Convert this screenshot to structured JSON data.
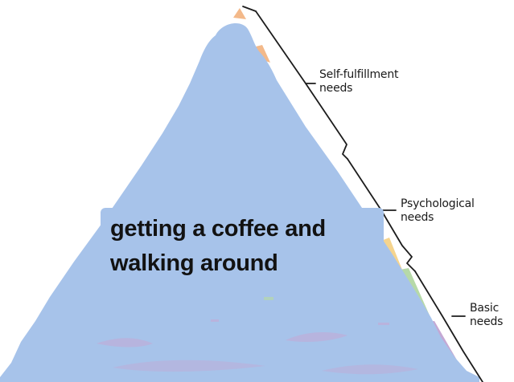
{
  "pyramid": {
    "tiers": [
      {
        "label_lines": [
          "Self-fulfillment",
          "needs"
        ]
      },
      {
        "label_lines": [
          "Psychological",
          "needs"
        ]
      },
      {
        "label_lines": [
          "Basic",
          "needs"
        ]
      }
    ]
  },
  "overlay": {
    "caption_lines": [
      "getting a coffee and",
      "walking around"
    ]
  },
  "colors": {
    "overlay_blue": "#a7c3ea",
    "tier_orange": "#f3b98a",
    "tier_yellow": "#f5d48e",
    "tier_green": "#b6d9a8",
    "tier_purple": "#c4a8d4",
    "bracket_line": "#1c1c1c"
  }
}
